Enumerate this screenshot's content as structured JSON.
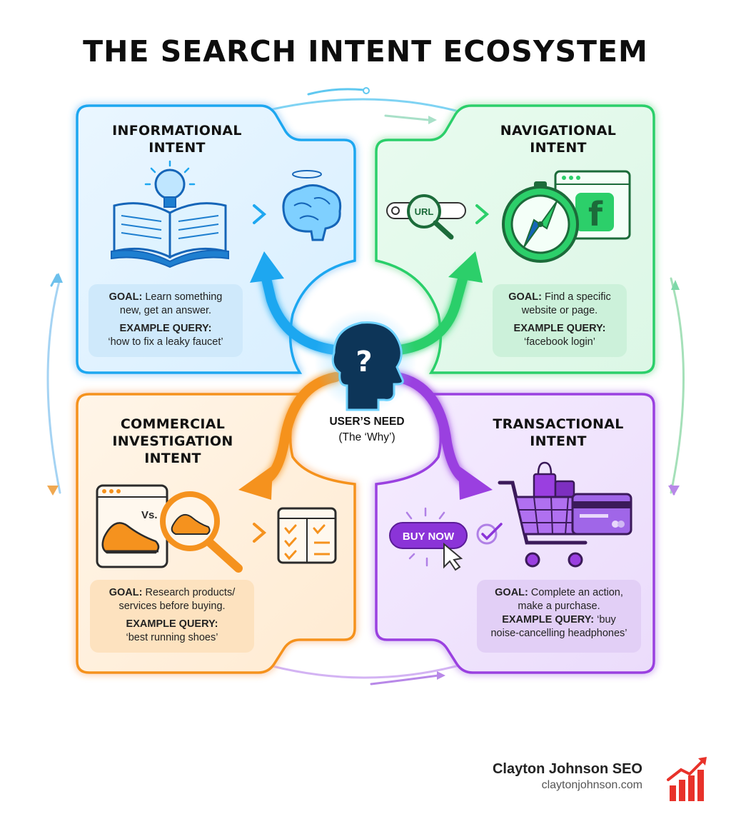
{
  "title": "THE SEARCH INTENT ECOSYSTEM",
  "center": {
    "label_line1": "USER’S NEED",
    "label_line2": "(The ‘Why’)",
    "icon": "head-question-icon"
  },
  "quadrants": [
    {
      "id": "informational",
      "title_line1": "INFORMATIONAL",
      "title_line2": "INTENT",
      "color": "#1ea7f0",
      "goal_label": "GOAL:",
      "goal_text_line1": "Learn something",
      "goal_text_line2": "new, get an answer.",
      "example_label": "EXAMPLE QUERY:",
      "example_text": "‘how to fix a leaky faucet’",
      "icons": [
        "open-book-lightbulb-icon",
        "brain-icon"
      ]
    },
    {
      "id": "navigational",
      "title_line1": "NAVIGATIONAL",
      "title_line2": "INTENT",
      "color": "#2ccf6a",
      "goal_label": "GOAL:",
      "goal_text_line1": "Find a specific",
      "goal_text_line2": "website or page.",
      "example_label": "EXAMPLE QUERY:",
      "example_text": "‘facebook login’",
      "url_text": "URL",
      "icons": [
        "url-search-icon",
        "compass-icon",
        "facebook-window-icon"
      ]
    },
    {
      "id": "commercial",
      "title_line1": "COMMERCIAL",
      "title_line2": "INVESTIGATION",
      "title_line3": "INTENT",
      "color": "#f5921e",
      "goal_label": "GOAL:",
      "goal_text_line1": "Research products/",
      "goal_text_line2": "services before buying.",
      "example_label": "EXAMPLE QUERY:",
      "example_text": "‘best running shoes’",
      "vs_text": "Vs.",
      "icons": [
        "shoe-comparison-icon",
        "magnifier-shoe-icon",
        "checklist-icon"
      ]
    },
    {
      "id": "transactional",
      "title_line1": "TRANSACTIONAL",
      "title_line2": "INTENT",
      "color": "#9a3fe0",
      "goal_label": "GOAL:",
      "goal_text_line1": "Complete an action,",
      "goal_text_line2": "make a purchase.",
      "example_label": "EXAMPLE QUERY:",
      "example_text_line1": "‘buy",
      "example_text_line2": "noise-cancelling headphones’",
      "button_text": "BUY NOW",
      "icons": [
        "buy-now-button-icon",
        "check-icon",
        "shopping-cart-icon",
        "credit-card-icon"
      ]
    }
  ],
  "branding": {
    "name": "Clayton Johnson SEO",
    "site": "claytonjohnson.com",
    "logo_icon": "bar-chart-trend-icon",
    "logo_color": "#e8322a"
  }
}
